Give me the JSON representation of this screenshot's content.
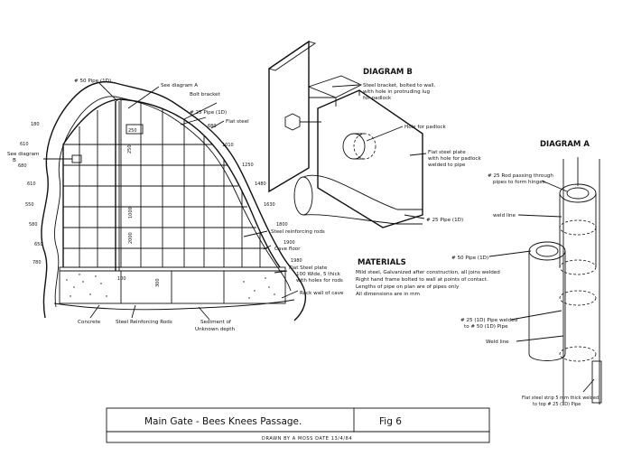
{
  "main_diagram": {
    "labels": {
      "pipe50_top": "# 50 Pipe (1D)",
      "see_a": "See diagram A",
      "bolt_bracket": "Bolt bracket",
      "pipe25_top": "# 25 Pipe (1D)",
      "flat_steel": "Flat steel",
      "see_b_1": "See diagram",
      "see_b_2": "B",
      "steel_rods": "Steel reinforcing rods",
      "cave_floor": "Cave floor",
      "plate_1": "Flat Steel plate",
      "plate_2": "100 Wide, 5 thick",
      "plate_3": "with holes for rods",
      "rock_wall": "Rock wall of cave",
      "concrete": "Concrete",
      "rods_bottom": "Steel Reinforcing Rods",
      "sediment_1": "Sediment of",
      "sediment_2": "Unknown depth"
    },
    "dims_left": [
      "180",
      "610",
      "680",
      "610",
      "550",
      "580",
      "650",
      "780"
    ],
    "dims_right": [
      "680",
      "1010",
      "1250",
      "1480",
      "1630",
      "1800",
      "1900",
      "1980"
    ],
    "dims_inner": [
      "250",
      "250",
      "1000",
      "2000",
      "100",
      "300"
    ]
  },
  "diagram_b": {
    "title": "DIAGRAM B",
    "bracket_1": "Steel bracket, bolted to wall,",
    "bracket_2": "with hole in protruding lug",
    "bracket_3": "for padlock",
    "hole": "Hole for padlock",
    "plate_1": "Flat steel plate",
    "plate_2": "with hole for padlock",
    "plate_3": "welded to pipe",
    "pipe": "# 25 Pipe (1D)"
  },
  "materials": {
    "title": "MATERIALS",
    "lines": [
      "Mild steel, Galvanized after construction, all joins welded",
      "Right hand frame bolted to wall at points of contact.",
      "Lengths of pipe on plan are of pipes only",
      "All dimensions are in mm"
    ]
  },
  "diagram_a": {
    "title": "DIAGRAM A",
    "rod_1": "# 25 Rod passing through",
    "rod_2": "pipes to form hinges.",
    "weld_1": "weld line",
    "pipe50": "# 50 Pipe (1D)",
    "pipe25_1": "# 25 (1D) Pipe welded",
    "pipe25_2": "to # 50 (1D) Pipe",
    "weld_2": "Weld line",
    "strip_1": "Flat steel strip 5 mm thick welded",
    "strip_2": "to top # 25 (1D) Pipe"
  },
  "title_block": {
    "title": "Main Gate - Bees Knees Passage.",
    "fig": "Fig 6",
    "drawn": "DRAWN BY A MOSS DATE 13/4/84"
  }
}
